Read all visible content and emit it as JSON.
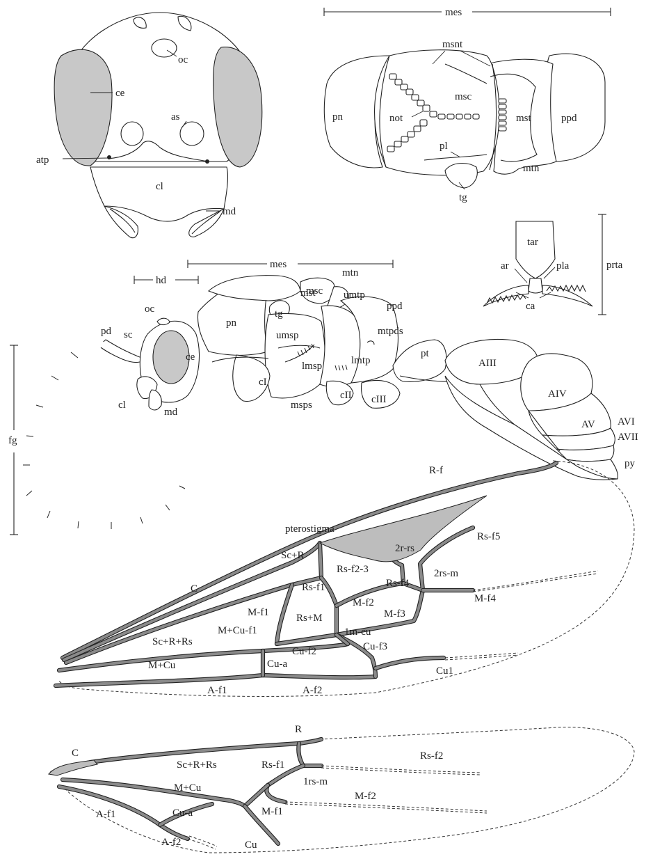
{
  "head_front": {
    "labels": {
      "oc": "oc",
      "ce": "ce",
      "as": "as",
      "atp": "atp",
      "cl": "cl",
      "md": "md"
    },
    "colors": {
      "eye_fill": "#c8c8c8"
    }
  },
  "mesosoma_dorsal": {
    "scale_label": "mes",
    "labels": {
      "msnt": "msnt",
      "msc": "msc",
      "pn": "pn",
      "not": "not",
      "mst": "mst",
      "ppd": "ppd",
      "pl": "pl",
      "mtn": "mtn",
      "tg": "tg"
    }
  },
  "pretarsus": {
    "scale_label": "prta",
    "labels": {
      "tar": "tar",
      "ar": "ar",
      "pla": "pla",
      "ca": "ca"
    }
  },
  "habitus_lateral": {
    "scale_labels": {
      "hd": "hd",
      "mes": "mes",
      "fg": "fg"
    },
    "labels": {
      "msc": "msc",
      "mst": "mst",
      "mtn": "mtn",
      "umtp": "umtp",
      "oc": "oc",
      "tg": "tg",
      "ppd": "ppd",
      "pd": "pd",
      "sc": "sc",
      "pn": "pn",
      "umsp": "umsp",
      "mtpds": "mtpds",
      "ce": "ce",
      "lmtp": "lmtp",
      "pt": "pt",
      "lmsp": "lmsp",
      "AIII": "AIII",
      "cI": "cI",
      "cl": "cl",
      "md": "md",
      "cII": "cII",
      "cIII": "cIII",
      "msps": "msps",
      "AIV": "AIV",
      "AV": "AV",
      "AVI": "AVI",
      "AVII": "AVII",
      "py": "py"
    }
  },
  "fore_wing": {
    "labels": {
      "R_f": "R-f",
      "pterostigma": "pterostigma",
      "Rs_f5": "Rs-f5",
      "2r_rs": "2r-rs",
      "Sc_R": "Sc+R",
      "Rs_f2_3": "Rs-f2-3",
      "2rs_m": "2rs-m",
      "Rs_f4": "Rs-f4",
      "C": "C",
      "Rs_f1": "Rs-f1",
      "M_f4": "M-f4",
      "M_f2": "M-f2",
      "M_f1": "M-f1",
      "Rs_M": "Rs+M",
      "M_f3": "M-f3",
      "M_Cu_f1": "M+Cu-f1",
      "1m_cu": "1m-cu",
      "Sc_R_Rs": "Sc+R+Rs",
      "Cu_f2": "Cu-f2",
      "Cu_f3": "Cu-f3",
      "M_Cu": "M+Cu",
      "Cu_a": "Cu-a",
      "Cu1": "Cu1",
      "A_f1": "A-f1",
      "A_f2": "A-f2"
    },
    "colors": {
      "vein": "#8a8a8a",
      "pterostigma": "#bdbdbd"
    }
  },
  "hind_wing": {
    "labels": {
      "R": "R",
      "C": "C",
      "Sc_R_Rs": "Sc+R+Rs",
      "Rs_f1": "Rs-f1",
      "Rs_f2": "Rs-f2",
      "1rs_m": "1rs-m",
      "M_Cu": "M+Cu",
      "M_f2": "M-f2",
      "A_f1": "A-f1",
      "Cu_a": "Cu-a",
      "M_f1": "M-f1",
      "A_f2": "A-f2",
      "Cu": "Cu"
    }
  }
}
